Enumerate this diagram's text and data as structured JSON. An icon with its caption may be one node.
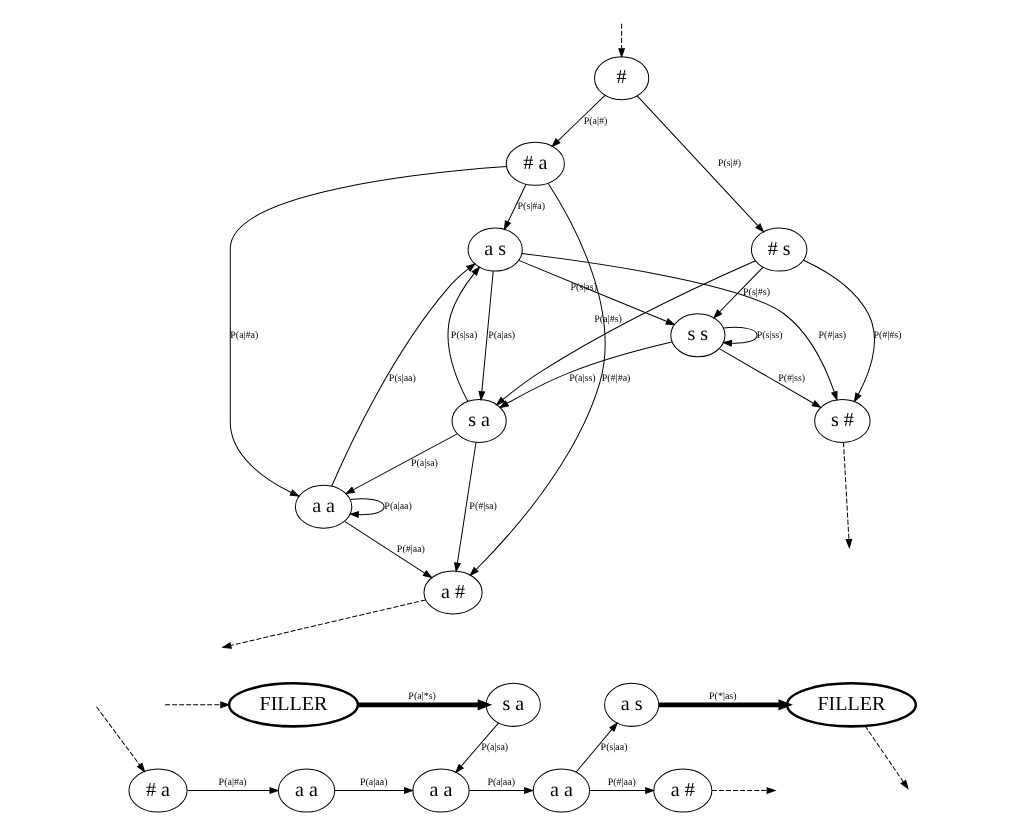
{
  "diagram": {
    "nodes": [
      {
        "text": [
          "# a"
        ]
      },
      {
        "text": [
          "a s"
        ]
      },
      {
        "text": [
          "s #"
        ]
      },
      {
        "text": [
          "a a"
        ]
      },
      {
        "text": [
          "s s"
        ]
      },
      {
        "text": [
          "a #"
        ]
      },
      {
        "text": [
          "s a"
        ]
      },
      {
        "text": [
          "#"
        ]
      },
      {
        "text": [
          "# s"
        ]
      },
      {
        "text": [
          "FILLER"
        ]
      },
      {
        "text": [
          "s a"
        ]
      },
      {
        "text": [
          "a s"
        ]
      },
      {
        "text": [
          "FILLER"
        ]
      },
      {
        "text": [
          "# a"
        ]
      },
      {
        "text": [
          "a a"
        ]
      },
      {
        "text": [
          "a a"
        ]
      },
      {
        "text": [
          "a a"
        ]
      },
      {
        "text": [
          "a #"
        ]
      }
    ],
    "edges": [
      {
        "from": 0,
        "to": 1,
        "arrow": "to",
        "label": "P(s|#a)"
      },
      {
        "from": 0,
        "to": 3,
        "arrow": "to",
        "label": "P(a|#a)"
      },
      {
        "from": 0,
        "to": 5,
        "arrow": "to",
        "label": "P(#|#a)"
      },
      {
        "from": 7,
        "to": 0,
        "arrow": "to",
        "label": "P(a|#)"
      },
      {
        "from": 7,
        "to": 8,
        "arrow": "to",
        "label": "P(s|#)"
      },
      {
        "from": 1,
        "to": 2,
        "arrow": "to",
        "label": "P(#|as)"
      },
      {
        "from": 1,
        "to": 4,
        "arrow": "to",
        "label": "P(s|as)"
      },
      {
        "from": 1,
        "to": 6,
        "arrow": "to",
        "label": "P(a|as)"
      },
      {
        "from": 6,
        "to": 1,
        "arrow": "to",
        "label": "P(s|sa)"
      },
      {
        "from": 3,
        "to": 1,
        "arrow": "to",
        "label": "P(s|aa)"
      },
      {
        "from": 3,
        "to": 5,
        "arrow": "to",
        "label": "P(#|aa)"
      },
      {
        "from": 3,
        "to": 3,
        "arrow": "to",
        "label": "P(a|aa)"
      },
      {
        "from": 4,
        "to": 4,
        "arrow": "to",
        "label": "P(s|ss)"
      },
      {
        "from": 4,
        "to": 2,
        "arrow": "to",
        "label": "P(#|ss)"
      },
      {
        "from": 4,
        "to": 6,
        "arrow": "to",
        "label": "P(a|ss)"
      },
      {
        "from": 6,
        "to": 3,
        "arrow": "to",
        "label": "P(a|sa)"
      },
      {
        "from": 6,
        "to": 5,
        "arrow": "to",
        "label": "P(#|sa)"
      },
      {
        "from": 8,
        "to": 6,
        "arrow": "to",
        "label": "P(a|#s)"
      },
      {
        "from": 8,
        "to": 4,
        "arrow": "to",
        "label": "P(s|#s)"
      },
      {
        "from": 8,
        "to": 2,
        "arrow": "to",
        "label": "P(#|#s)"
      },
      {
        "from": null,
        "to": 7,
        "arrow": "to",
        "style": "dashed"
      },
      {
        "from": 5,
        "to": null,
        "arrow": "to",
        "style": "dashed"
      },
      {
        "from": 2,
        "to": null,
        "arrow": "to",
        "style": "dashed"
      },
      {
        "from": null,
        "to": 9,
        "arrow": "to",
        "style": "dashed"
      },
      {
        "from": 9,
        "to": 10,
        "arrow": "to",
        "label": "P(a|*s)",
        "style": "thick"
      },
      {
        "from": 10,
        "to": 15,
        "arrow": "to",
        "label": "P(a|sa)"
      },
      {
        "from": 11,
        "to": 12,
        "arrow": "to",
        "label": "P(*|as)",
        "style": "thick"
      },
      {
        "from": 12,
        "to": null,
        "arrow": "to",
        "style": "dashed"
      },
      {
        "from": null,
        "to": 13,
        "arrow": "to",
        "style": "dashed"
      },
      {
        "from": 13,
        "to": 14,
        "arrow": "to",
        "label": "P(a|#a)"
      },
      {
        "from": 14,
        "to": 15,
        "arrow": "to",
        "label": "P(a|aa)"
      },
      {
        "from": 15,
        "to": 16,
        "arrow": "to",
        "label": "P(a|aa)"
      },
      {
        "from": 16,
        "to": 11,
        "arrow": "to",
        "label": "P(s|aa)"
      },
      {
        "from": 16,
        "to": 17,
        "arrow": "to",
        "label": "P(#|aa)"
      },
      {
        "from": 17,
        "to": null,
        "arrow": "to",
        "style": "dashed"
      }
    ]
  }
}
